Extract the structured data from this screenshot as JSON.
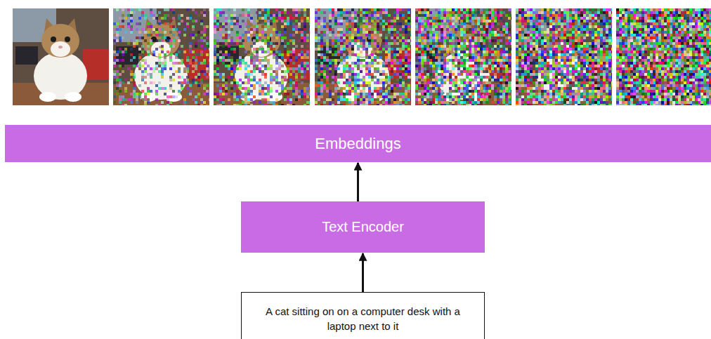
{
  "diagram": {
    "nodes": [
      {
        "text": [
          "Embeddings"
        ]
      },
      {
        "text": [
          "Text Encoder"
        ]
      },
      {
        "text": [
          "A cat sitting on on a computer desk with a laptop next to it"
        ]
      }
    ],
    "edges": [
      {
        "from": 2,
        "to": 1,
        "arrow": "to"
      },
      {
        "from": 1,
        "to": 0,
        "arrow": "to"
      }
    ]
  }
}
